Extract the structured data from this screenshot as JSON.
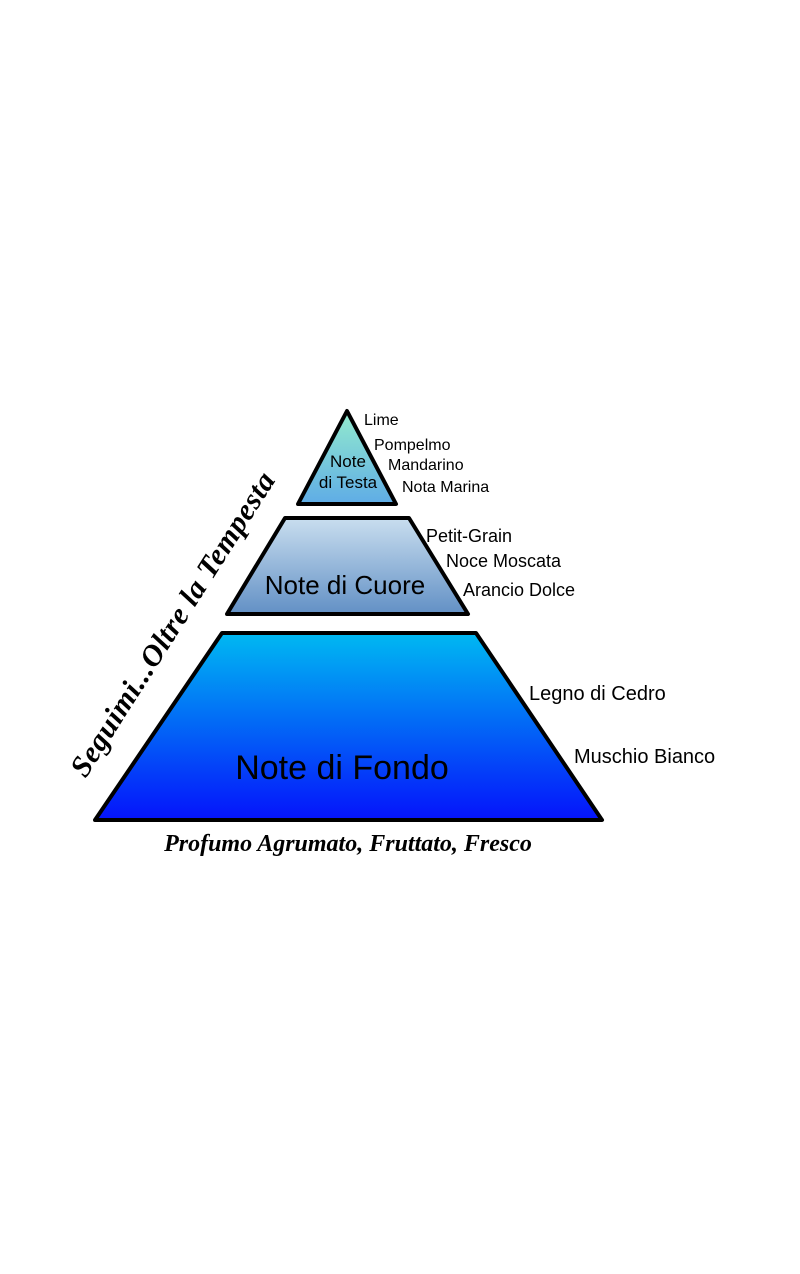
{
  "diagonal_title": "Seguimi...Oltre la Tempesta",
  "caption": "Profumo Agrumato, Fruttato, Fresco",
  "colors": {
    "background": "#ffffff",
    "outline": "#000000",
    "text": "#000000"
  },
  "pyramid": {
    "levels": [
      {
        "name": "note-di-testa",
        "label": "Note di Testa",
        "label_lines": [
          "Note",
          "di Testa"
        ],
        "gradient_top": "#93EBCD",
        "gradient_bottom": "#5FACE6",
        "notes": [
          "Lime",
          "Pompelmo",
          "Mandarino",
          "Nota Marina"
        ]
      },
      {
        "name": "note-di-cuore",
        "label": "Note di Cuore",
        "gradient_top": "#C9DEEF",
        "gradient_bottom": "#6290C5",
        "notes": [
          "Petit-Grain",
          "Noce Moscata",
          "Arancio Dolce"
        ]
      },
      {
        "name": "note-di-fondo",
        "label": "Note di Fondo",
        "gradient_top": "#00B9F2",
        "gradient_bottom": "#0513FB",
        "notes": [
          "Legno di Cedro",
          "Muschio Bianco"
        ]
      }
    ]
  }
}
